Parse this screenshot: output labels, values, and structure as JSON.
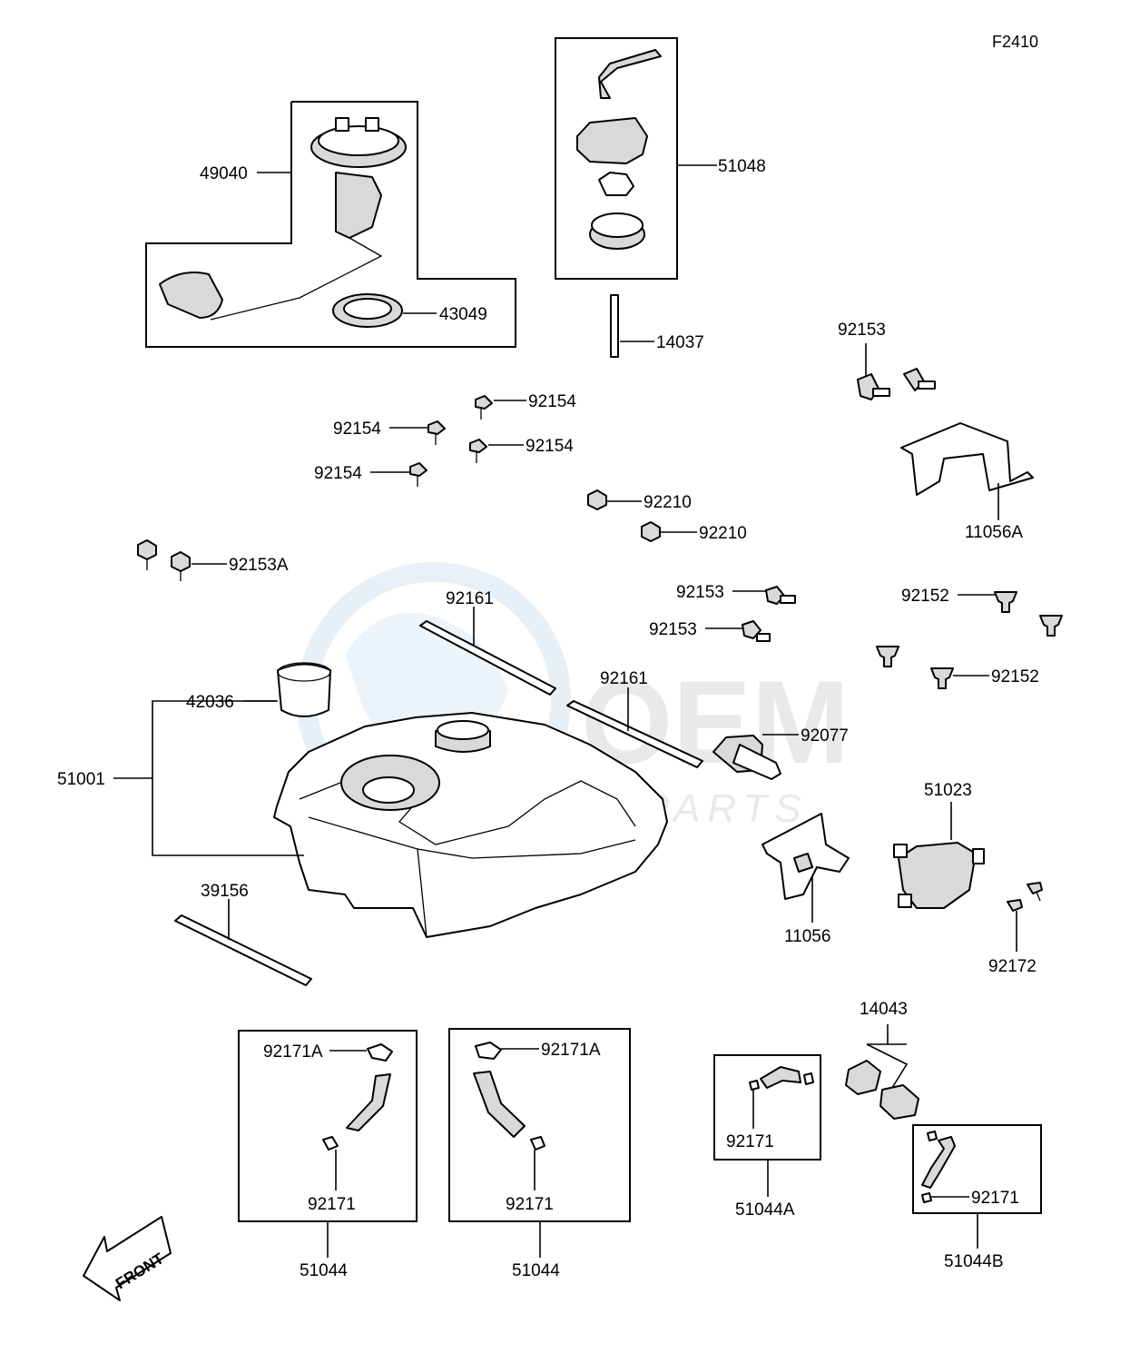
{
  "figure_code": "F2410",
  "watermark": {
    "line1": "OEM",
    "line2": "MOTORPARTS"
  },
  "front_arrow_label": "FRONT",
  "labels": {
    "p49040": "49040",
    "p43049": "43049",
    "p51048": "51048",
    "p14037": "14037",
    "p92153_top": "92153",
    "p11056A": "11056A",
    "p92154_a": "92154",
    "p92154_b": "92154",
    "p92154_c": "92154",
    "p92154_d": "92154",
    "p92210_a": "92210",
    "p92210_b": "92210",
    "p92153A": "92153A",
    "p92161_a": "92161",
    "p92161_b": "92161",
    "p92153_a": "92153",
    "p92153_b": "92153",
    "p92152_a": "92152",
    "p92152_b": "92152",
    "p42036": "42036",
    "p51001": "51001",
    "p92077": "92077",
    "p51023": "51023",
    "p39156": "39156",
    "p11056": "11056",
    "p92172": "92172",
    "p14043": "14043",
    "p92171A_a": "92171A",
    "p92171A_b": "92171A",
    "p92171_a": "92171",
    "p92171_b": "92171",
    "p92171_c": "92171",
    "p92171_d": "92171",
    "p51044_a": "51044",
    "p51044_b": "51044",
    "p51044A": "51044A",
    "p51044B": "51044B"
  }
}
